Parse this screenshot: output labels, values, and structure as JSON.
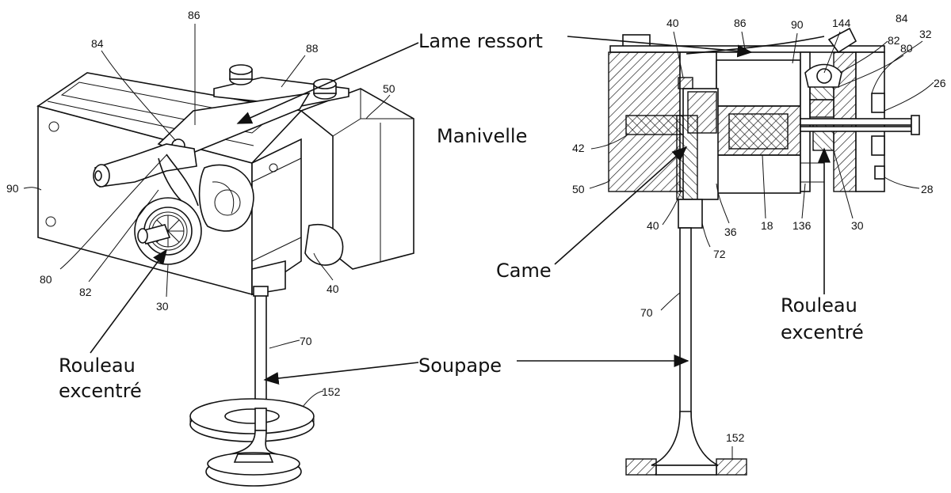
{
  "captions": {
    "lame_ressort": "Lame ressort",
    "manivelle": "Manivelle",
    "came": "Came",
    "rouleau_left_1": "Rouleau",
    "rouleau_left_2": "excentré",
    "rouleau_right_1": "Rouleau",
    "rouleau_right_2": "excentré",
    "soupape": "Soupape"
  },
  "left_refs": {
    "r86": "86",
    "r84": "84",
    "r88": "88",
    "r50": "50",
    "r90": "90",
    "r80": "80",
    "r82": "82",
    "r30": "30",
    "r40": "40",
    "r70": "70",
    "r152": "152"
  },
  "right_refs": {
    "r40a": "40",
    "r86": "86",
    "r90": "90",
    "r144": "144",
    "r84": "84",
    "r82": "82",
    "r80": "80",
    "r32": "32",
    "r26": "26",
    "r42": "42",
    "r50": "50",
    "r28": "28",
    "r40b": "40",
    "r36": "36",
    "r18": "18",
    "r136": "136",
    "r30": "30",
    "r72": "72",
    "r70": "70",
    "r152": "152"
  },
  "colors": {
    "ink": "#111111",
    "background": "#ffffff"
  }
}
